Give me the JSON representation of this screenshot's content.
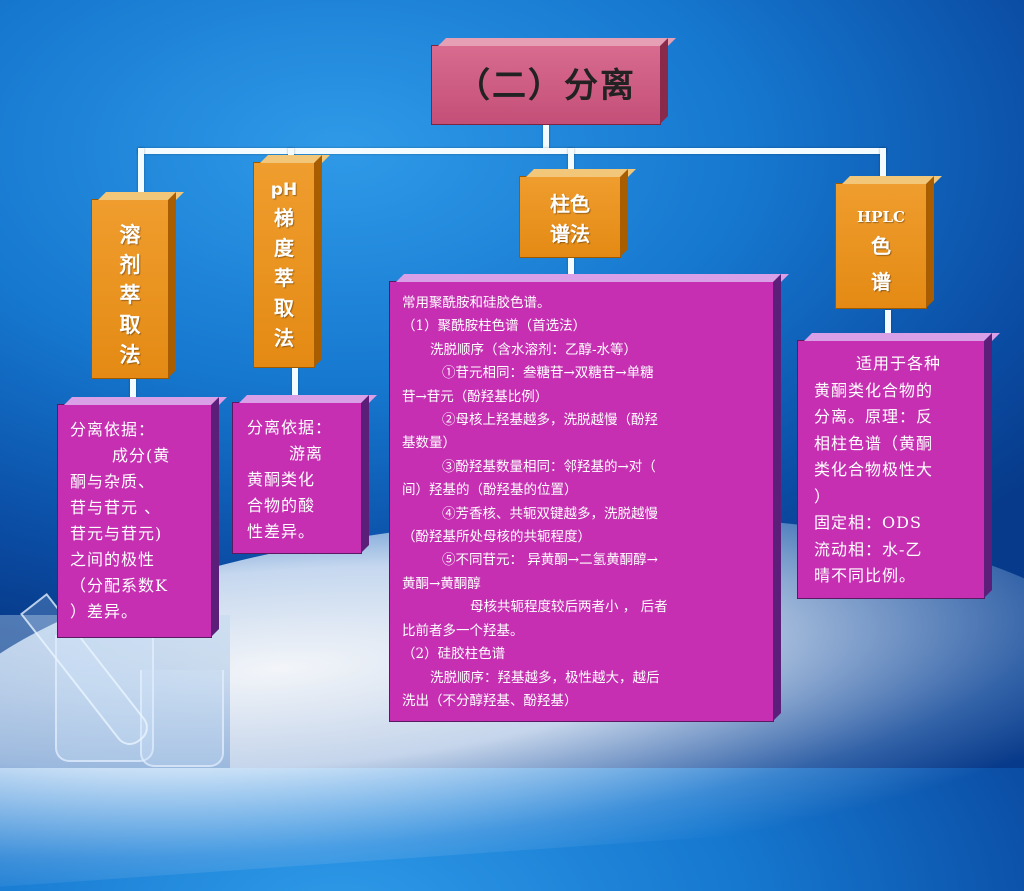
{
  "title": "（二）分离",
  "methods": {
    "solvent": {
      "label_chars": [
        "溶",
        "剂",
        "萃",
        "取",
        "法"
      ]
    },
    "ph": {
      "label_lines": [
        "pH",
        "梯",
        "度",
        "萃",
        "取",
        "法"
      ]
    },
    "column": {
      "label_lines": [
        "柱色",
        "谱法"
      ]
    },
    "hplc": {
      "label_lines": [
        "HPLC",
        "色",
        "谱"
      ]
    }
  },
  "desc": {
    "solvent": [
      "分离依据：",
      "成分(黄",
      "酮与杂质、",
      "苷与苷元 、",
      "苷元与苷元)",
      "之间的极性",
      "（分配系数K",
      "）差异。"
    ],
    "ph": [
      "分离依据：",
      "游离",
      "黄酮类化",
      "合物的酸",
      "性差异。"
    ],
    "column": [
      "常用聚酰胺和硅胶色谱。",
      "（1）聚酰胺柱色谱（首选法）",
      "洗脱顺序（含水溶剂：乙醇-水等）",
      "①苷元相同：叁糖苷→双糖苷→单糖",
      "苷→苷元（酚羟基比例）",
      "②母核上羟基越多，洗脱越慢（酚羟",
      "基数量）",
      "③酚羟基数量相同：邻羟基的→对（",
      "间）羟基的（酚羟基的位置）",
      "④芳香核、共轭双键越多，洗脱越慢",
      "（酚羟基所处母核的共轭程度）",
      "⑤不同苷元：  异黄酮→二氢黄酮醇→",
      "黄酮→黄酮醇",
      "母核共轭程度较后两者小 ， 后者",
      "比前者多一个羟基。",
      "（2）硅胶柱色谱",
      "洗脱顺序：羟基越多，极性越大，越后",
      "洗出（不分醇羟基、酚羟基）"
    ],
    "hplc": [
      "适用于各种",
      "黄酮类化合物的",
      "分离。原理：反",
      "相柱色谱（黄酮",
      "类化合物极性大",
      "）",
      "固定相：ODS",
      "流动相：水-乙",
      "晴不同比例。"
    ]
  }
}
